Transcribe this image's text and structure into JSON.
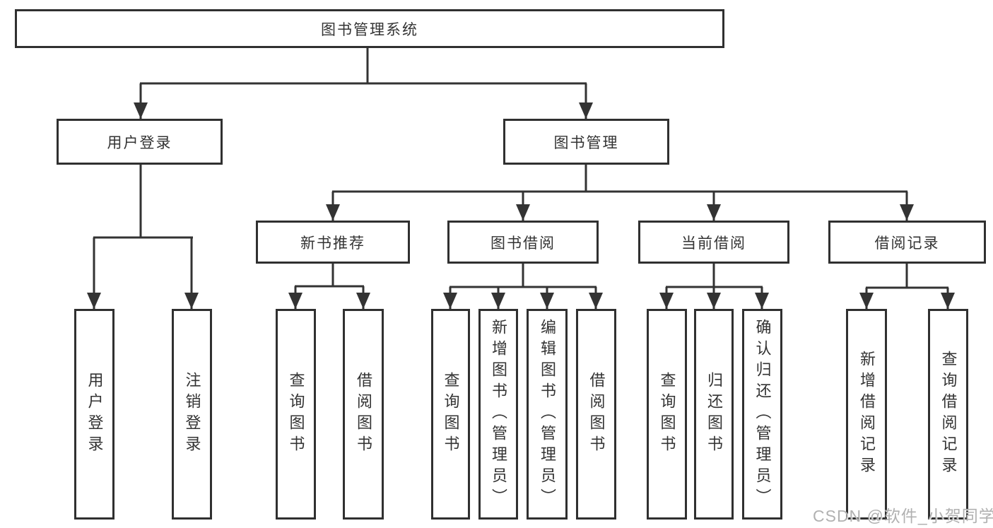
{
  "tree": {
    "label": "图书管理系统",
    "children": [
      {
        "label": "用户登录",
        "children": [
          {
            "label": "用户登录"
          },
          {
            "label": "注销登录"
          }
        ]
      },
      {
        "label": "图书管理",
        "children": [
          {
            "label": "新书推荐",
            "children": [
              {
                "label": "查询图书"
              },
              {
                "label": "借阅图书"
              }
            ]
          },
          {
            "label": "图书借阅",
            "children": [
              {
                "label": "查询图书"
              },
              {
                "label": "新增图书（管理员）"
              },
              {
                "label": "编辑图书（管理员）"
              },
              {
                "label": "借阅图书"
              }
            ]
          },
          {
            "label": "当前借阅",
            "children": [
              {
                "label": "查询图书"
              },
              {
                "label": "归还图书"
              },
              {
                "label": "确认归还（管理员）"
              }
            ]
          },
          {
            "label": "借阅记录",
            "children": [
              {
                "label": "新增借阅记录"
              },
              {
                "label": "查询借阅记录"
              }
            ]
          }
        ]
      }
    ]
  },
  "watermark": {
    "text": "CSDN @软件_小贺同学",
    "color": "#adadad"
  },
  "colors": {
    "line": "#333333",
    "box_border": "#303030",
    "box_fill": "#ffffff",
    "text": "#333333",
    "background": "#ffffff"
  }
}
